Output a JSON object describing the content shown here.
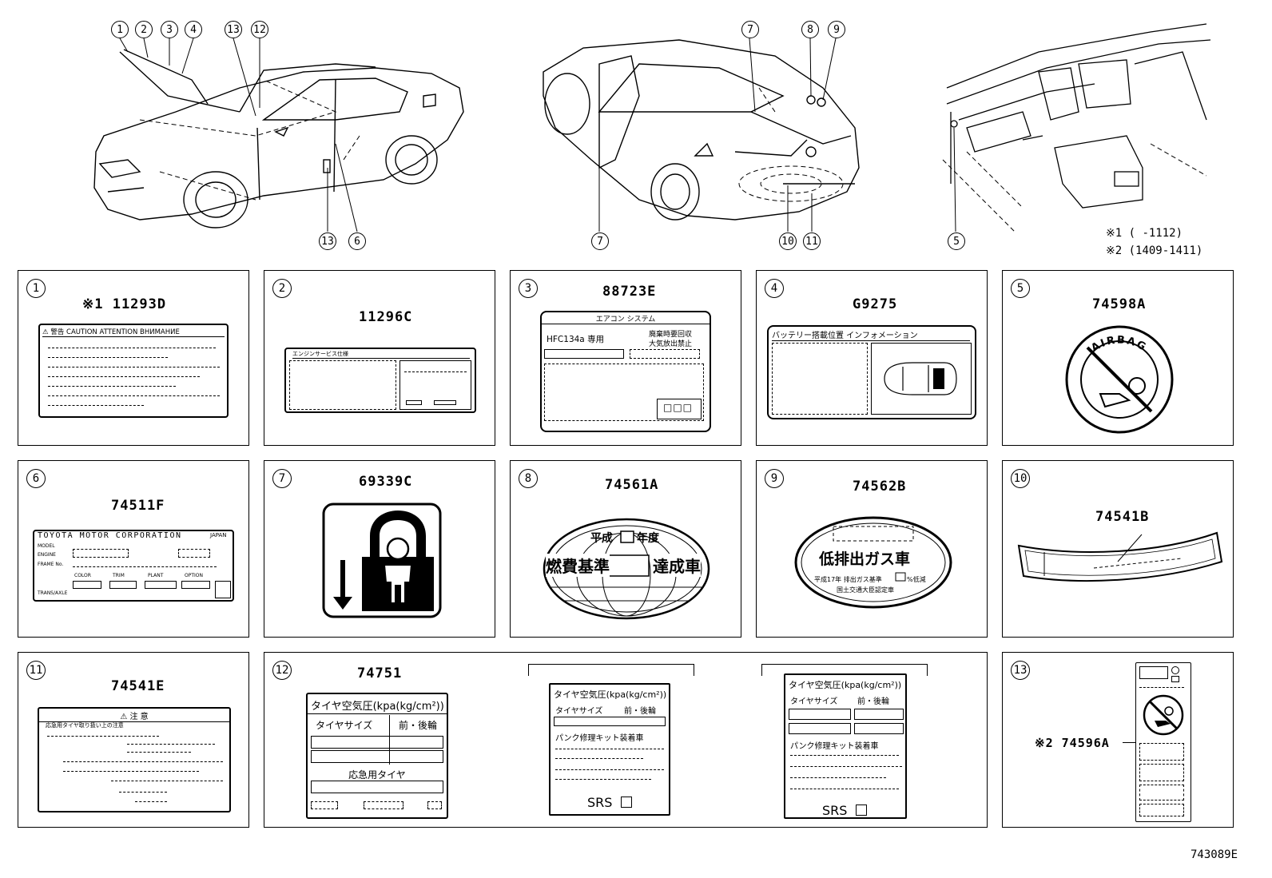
{
  "overview": {
    "front_callouts": [
      "1",
      "2",
      "3",
      "4",
      "13",
      "12"
    ],
    "front_bottom_callouts": [
      "13",
      "6"
    ],
    "rear_top_callouts": [
      "7",
      "8",
      "9"
    ],
    "rear_bottom_callouts": [
      "7",
      "10",
      "11"
    ],
    "interior_callouts": [
      "5"
    ],
    "notes": [
      "※1 (     -1112)",
      "※2 (1409-1411)"
    ]
  },
  "panels": [
    {
      "num": "1",
      "part": "※1 11293D",
      "header": "⚠ 警告 CAUTION ATTENTION ВНИМАНИЕ"
    },
    {
      "num": "2",
      "part": "11296C",
      "header": "エンジンサービス仕様"
    },
    {
      "num": "3",
      "part": "88723E",
      "header": "エアコン システム",
      "cells": [
        "HFC134a 専用",
        "廃棄時要回収",
        "大気放出禁止"
      ]
    },
    {
      "num": "4",
      "part": "G9275",
      "header": "バッテリー搭載位置 インフォメーション"
    },
    {
      "num": "5",
      "part": "74598A",
      "text": "AIRBAG"
    },
    {
      "num": "6",
      "part": "74511F",
      "header": "TOYOTA MOTOR CORPORATION",
      "header_right": "JAPAN",
      "rows": [
        "MODEL",
        "ENGINE",
        "FRAME No."
      ],
      "cols": [
        "COLOR",
        "TRIM",
        "PLANT",
        "OPTION"
      ],
      "footer": "TRANS/AXLE"
    },
    {
      "num": "7",
      "part": "69339C"
    },
    {
      "num": "8",
      "part": "74561A",
      "text_top_left": "平成",
      "text_top_right": "年度",
      "text_left": "燃費基準",
      "text_right": "達成車"
    },
    {
      "num": "9",
      "part": "74562B",
      "text_main": "低排出ガス車",
      "text_small_1": "平成17年 排出ガス基準",
      "text_small_2": "%低減",
      "text_small_3": "国土交通大臣認定車"
    },
    {
      "num": "10",
      "part": "74541B"
    },
    {
      "num": "11",
      "part": "74541E",
      "header": "⚠ 注 意",
      "sub": "応急用タイヤ取り扱い上の注意"
    },
    {
      "num": "12",
      "part": "74751",
      "title": "タイヤ空気圧(kpa(kg/cm²))",
      "size": "タイヤサイズ",
      "axle": "前・後輪",
      "spare": "応急用タイヤ",
      "title_small": "タイヤ空気圧(kpa(kg/cm²))",
      "repair": "パンク修理キット装着車",
      "srs": "SRS"
    },
    {
      "num": "13",
      "part": "※2 74596A"
    }
  ],
  "drawing_id": "743089E"
}
